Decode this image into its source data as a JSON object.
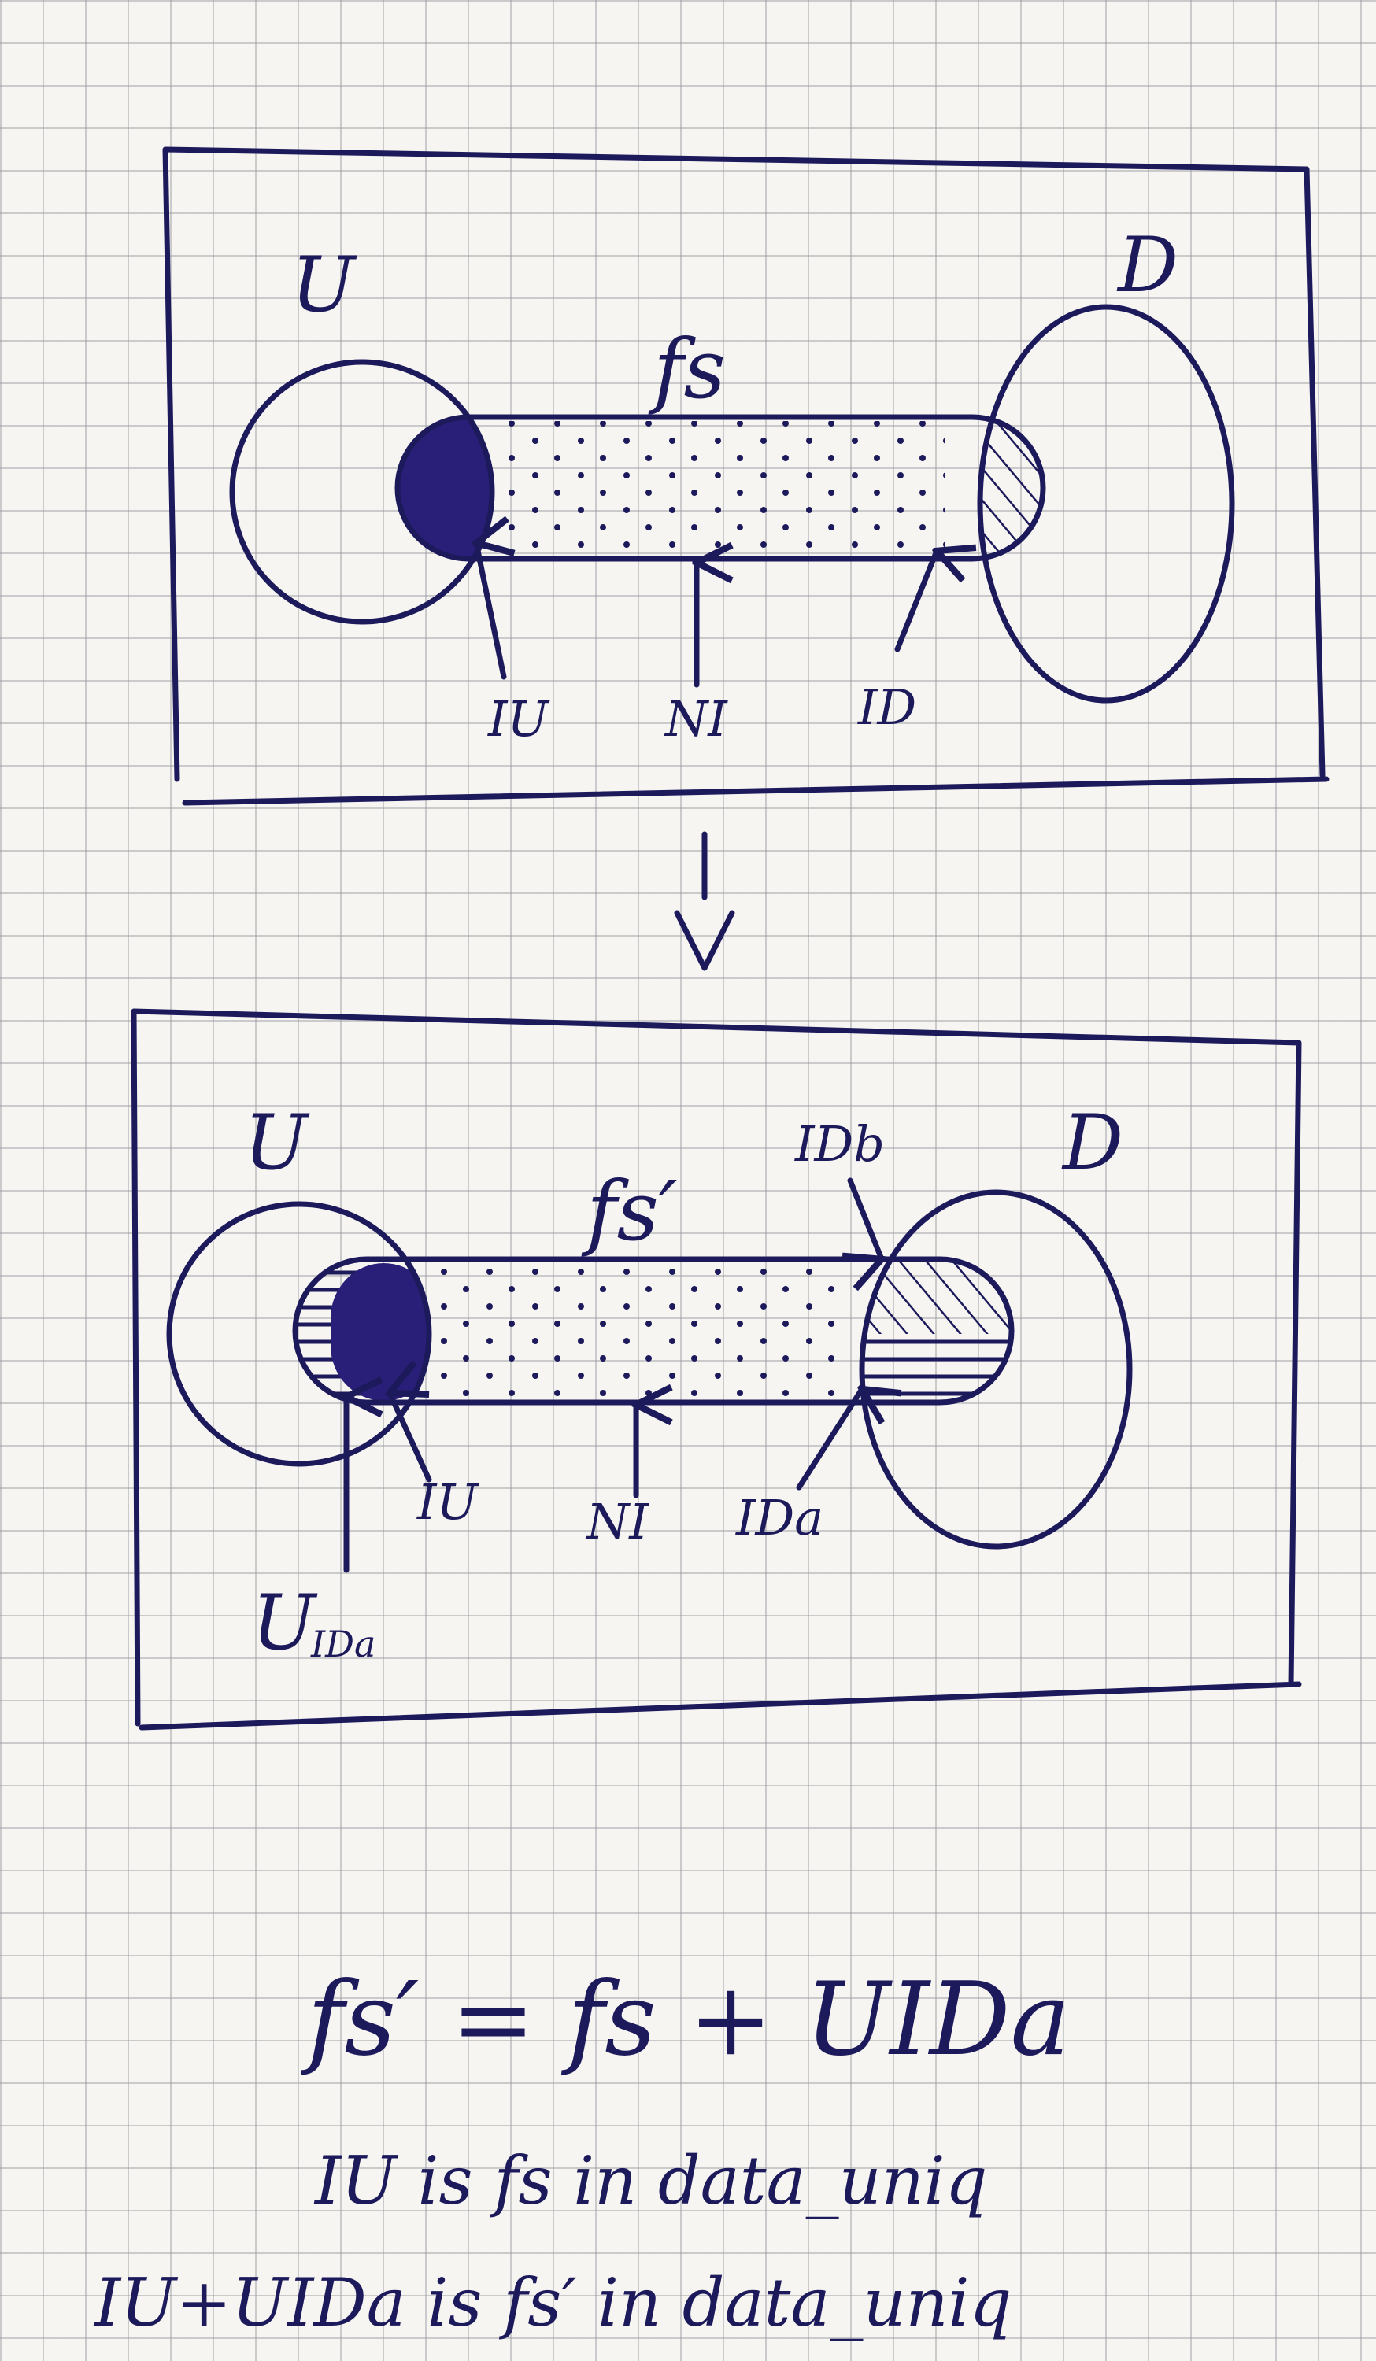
{
  "diagram1": {
    "set_u": "U",
    "set_d": "D",
    "fs_label": "fs",
    "iu_label": "IU",
    "ni_label": "NI",
    "id_label": "ID"
  },
  "diagram2": {
    "set_u": "U",
    "set_d": "D",
    "fs_label": "fs′",
    "idb_label": "IDb",
    "iu_label": "IU",
    "ni_label": "NI",
    "ida_label": "IDa",
    "uida_main": "U",
    "uida_sub": "IDa"
  },
  "equation": {
    "line1": "fs′ = fs + UIDa",
    "line2": "IU is fs in data_uniq",
    "line3": "IU+UIDa is fs′ in data_uniq"
  },
  "colors": {
    "ink": "#1d1a5c",
    "fill": "#2a1f78",
    "paper": "#f6f5f1"
  }
}
